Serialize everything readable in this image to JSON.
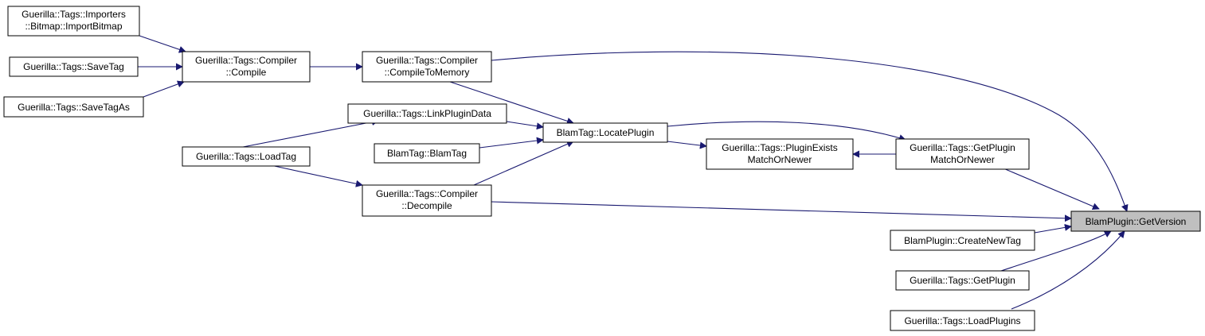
{
  "graph": {
    "title": "BlamPlugin::GetVersion caller graph",
    "colors": {
      "edge": "#191970",
      "root_fill": "#bfbfbf",
      "node_fill": "#ffffff",
      "border": "#000000"
    },
    "nodes": {
      "import_bitmap": {
        "lines": [
          "Guerilla::Tags::Importers",
          "::Bitmap::ImportBitmap"
        ]
      },
      "save_tag": {
        "lines": [
          "Guerilla::Tags::SaveTag"
        ]
      },
      "save_tag_as": {
        "lines": [
          "Guerilla::Tags::SaveTagAs"
        ]
      },
      "compiler_compile": {
        "lines": [
          "Guerilla::Tags::Compiler",
          "::Compile"
        ]
      },
      "compile_to_memory": {
        "lines": [
          "Guerilla::Tags::Compiler",
          "::CompileToMemory"
        ]
      },
      "link_plugin_data": {
        "lines": [
          "Guerilla::Tags::LinkPluginData"
        ]
      },
      "load_tag": {
        "lines": [
          "Guerilla::Tags::LoadTag"
        ]
      },
      "blamtag_ctor": {
        "lines": [
          "BlamTag::BlamTag"
        ]
      },
      "compiler_decompile": {
        "lines": [
          "Guerilla::Tags::Compiler",
          "::Decompile"
        ]
      },
      "locate_plugin": {
        "lines": [
          "BlamTag::LocatePlugin"
        ]
      },
      "plugin_exists": {
        "lines": [
          "Guerilla::Tags::PluginExists",
          "MatchOrNewer"
        ]
      },
      "get_plugin_match": {
        "lines": [
          "Guerilla::Tags::GetPlugin",
          "MatchOrNewer"
        ]
      },
      "get_version": {
        "lines": [
          "BlamPlugin::GetVersion"
        ]
      },
      "create_new_tag": {
        "lines": [
          "BlamPlugin::CreateNewTag"
        ]
      },
      "get_plugin": {
        "lines": [
          "Guerilla::Tags::GetPlugin"
        ]
      },
      "load_plugins": {
        "lines": [
          "Guerilla::Tags::LoadPlugins"
        ]
      }
    }
  }
}
